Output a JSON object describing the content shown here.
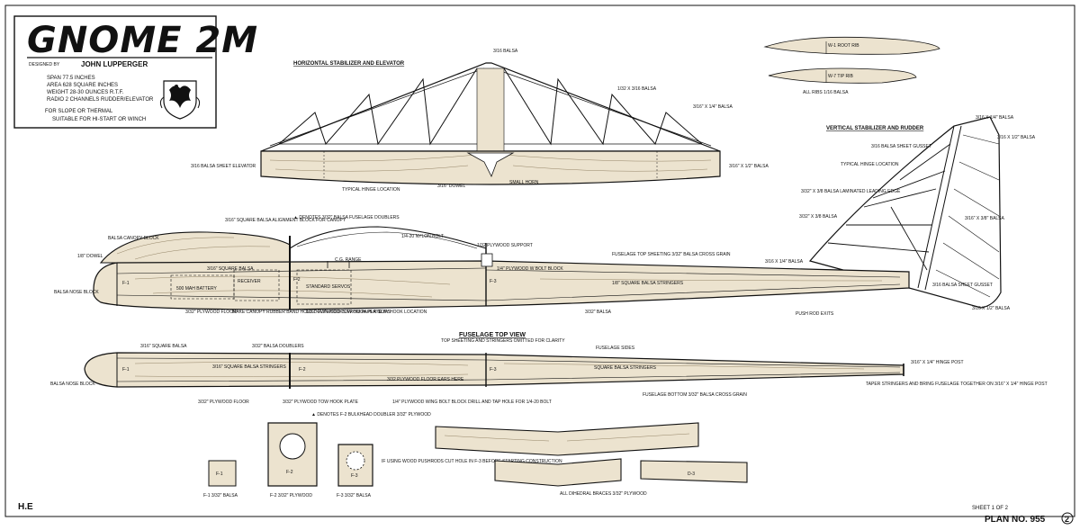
{
  "title_block": {
    "title": "GNOME 2M",
    "designed_by_label": "DESIGNED BY",
    "designer": "JOHN LUPPERGER",
    "specs": [
      "SPAN 77.5 INCHES",
      "AREA 628 SQUARE INCHES",
      "WEIGHT 28-30 OUNCES R.T.F.",
      "RADIO 2 CHANNELS RUDDER/ELEVATOR"
    ],
    "notes": [
      "FOR SLOPE OR THERMAL",
      "SUITABLE FOR HI-START OR WINCH"
    ]
  },
  "ribs": {
    "root_label": "W-1 ROOT RIB",
    "tip_label": "W-7 TIP RIB",
    "caption": "ALL RIBS 1/16 BALSA"
  },
  "stabilizer": {
    "heading": "HORIZONTAL STABILIZER AND ELEVATOR",
    "labels": [
      "3/16 BALSA",
      "1/32 X 3/16 BALSA",
      "3/16\" X 1/4\" BALSA",
      "3/16 BALSA SHEET ELEVATOR",
      "3/16\" X 1/2\" BALSA",
      "TYPICAL HINGE LOCATION",
      "3/16\" DOWEL",
      "SMALL HORN"
    ]
  },
  "fin": {
    "heading": "VERTICAL STABILIZER AND RUDDER",
    "labels": [
      "3/16 X 1/4\" BALSA",
      "3/16 X 1/2\" BALSA",
      "3/16 BALSA SHEET GUSSET",
      "TYPICAL HINGE LOCATION",
      "3/32\" X 3/8 BALSA LAMINATED LEADING EDGE",
      "3/32\" X 3/8 BALSA",
      "3/16\" X 3/8\" BALSA",
      "3/16 X 1/4\" BALSA",
      "3/16 BALSA SHEET GUSSET",
      "3/16 X 1/2\" BALSA"
    ]
  },
  "fuselage_side": {
    "labels": [
      "3/16\" SQUARE BALSA ALIGNMENT BLOCK FOR CANOPY",
      "▲ DENOTES 3/32\" BALSA FUSELAGE DOUBLERS",
      "BALSA CANOPY BLOCK",
      "1/8\" DOWEL",
      "1/4-20 NYLON BOLT",
      "1/32 PLYWOOD SUPPORT",
      "C.G. RANGE",
      "1/4\" PLYWOOD W BOLT BLOCK",
      "FUSELAGE TOP SHEETING 3/32\" BALSA CROSS GRAIN",
      "1/8\" SQUARE BALSA STRINGERS",
      "3/16\" SQUARE BALSA",
      "500 MAH BATTERY",
      "RECEIVER",
      "STANDARD SERVOS",
      "BALSA NOSE BLOCK",
      "3/32\" PLYWOOD FLOOR",
      "MAKE CANOPY RUBBER BAND HOLD DOWN HOOKS FROM PAPER CLIPS",
      "3/32\" PLYWOOD TOW HOOK PLATE",
      "TOW HOOK LOCATION",
      "3/32\" BALSA",
      "PUSH ROD EXITS",
      "F-1",
      "F-2",
      "F-3"
    ]
  },
  "fuselage_top": {
    "heading": "FUSELAGE TOP VIEW",
    "subheading": "TOP SHEETING AND STRINGERS OMITTED FOR CLARITY",
    "labels": [
      "3/16\" SQUARE BALSA",
      "3/32\" BALSA DOUBLERS",
      "FUSELAGE SIDES",
      "3/16\" SQUARE BALSA STRINGERS",
      "3/32 PLYWOOD FLOOR EARS HERE",
      "SQUARE BALSA STRINGERS",
      "3/16\" X 1/4\" HINGE POST",
      "TAPER STRINGERS AND BRING FUSELAGE TOGETHER ON 3/16\" X 1/4\" HINGE POST",
      "BALSA NOSE BLOCK",
      "3/32\" PLYWOOD FLOOR",
      "3/32\" PLYWOOD TOW HOOK PLATE",
      "1/4\" PLYWOOD WING BOLT BLOCK DRILL AND TAP HOLE FOR 1/4-20 BOLT",
      "FUSELAGE BOTTOM 3/32\" BALSA CROSS GRAIN",
      "F-1",
      "F-2",
      "F-3"
    ]
  },
  "formers": {
    "note": "▲ DENOTES F-2 BULKHEAD DOUBLER 3/32\" PLYWOOD",
    "pushrod_note": "IF USING WOOD PUSHRODS CUT HOLE IN F-3 BEFORE STARTING CONSTRUCTION",
    "items": [
      {
        "tag": "F-1",
        "caption": "F-1 3/32\" BALSA"
      },
      {
        "tag": "F-2",
        "caption": "F-2 3/32\" PLYWOOD"
      },
      {
        "tag": "F-3",
        "caption": "F-3 3/32\" BALSA"
      }
    ]
  },
  "dihedral": {
    "caption": "ALL DIHEDRAL BRACES 3/32\" PLYWOOD",
    "brace_tag": "D-3"
  },
  "footer": {
    "initials": "H.E",
    "sheet": "SHEET 1 OF 2",
    "plan": "PLAN NO. 955",
    "plan_circle": "2"
  }
}
